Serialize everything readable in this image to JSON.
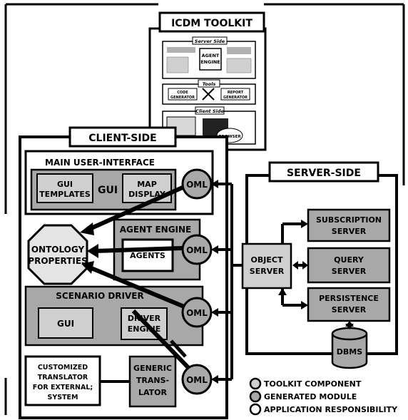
{
  "toolkit": {
    "title": "ICDM TOOLKIT",
    "server_side": "Server Side",
    "agent_engine": [
      "AGENT",
      "ENGINE"
    ],
    "tools": "Tools",
    "code_generator": [
      "CODE",
      "GENERATOR"
    ],
    "report_generator": [
      "REPORT",
      "GENERATOR"
    ],
    "client_side": "Client Side",
    "browser": "BROWSER"
  },
  "client": {
    "title": "CLIENT-SIDE",
    "main_ui": "MAIN USER-INTERFACE",
    "gui_templates": [
      "GUI",
      "TEMPLATES"
    ],
    "gui": "GUI",
    "map_display": [
      "MAP",
      "DISPLAY"
    ],
    "ontology": [
      "ONTOLOGY",
      "PROPERTIES"
    ],
    "agent_engine": "AGENT ENGINE",
    "agents": "AGENTS",
    "scenario_driver": "SCENARIO DRIVER",
    "scenario_gui": "GUI",
    "driver_engine": [
      "DRIVER",
      "ENGINE"
    ],
    "translator": [
      "CUSTOMIZED",
      "TRANSLATOR",
      "FOR EXTERNAL;",
      "SYSTEM"
    ],
    "generic_translator": [
      "GENERIC",
      "TRANS-",
      "LATOR"
    ],
    "oml": "OML"
  },
  "server": {
    "title": "SERVER-SIDE",
    "object_server": [
      "OBJECT",
      "SERVER"
    ],
    "subscription_server": [
      "SUBSCRIPTION",
      "SERVER"
    ],
    "query_server": [
      "QUERY",
      "SERVER"
    ],
    "persistence_server": [
      "PERSISTENCE",
      "SERVER"
    ],
    "dbms": "DBMS"
  },
  "legend": {
    "toolkit_component": "TOOLKIT COMPONENT",
    "generated_module": "GENERATED MODULE",
    "application_responsibility": "APPLICATION RESPONSIBILITY"
  },
  "colors": {
    "toolkit": "#cfcfcf",
    "generated": "#a8a8a8",
    "application": "#ffffff",
    "ontology": "#e4e4e4",
    "line": "#000000"
  }
}
